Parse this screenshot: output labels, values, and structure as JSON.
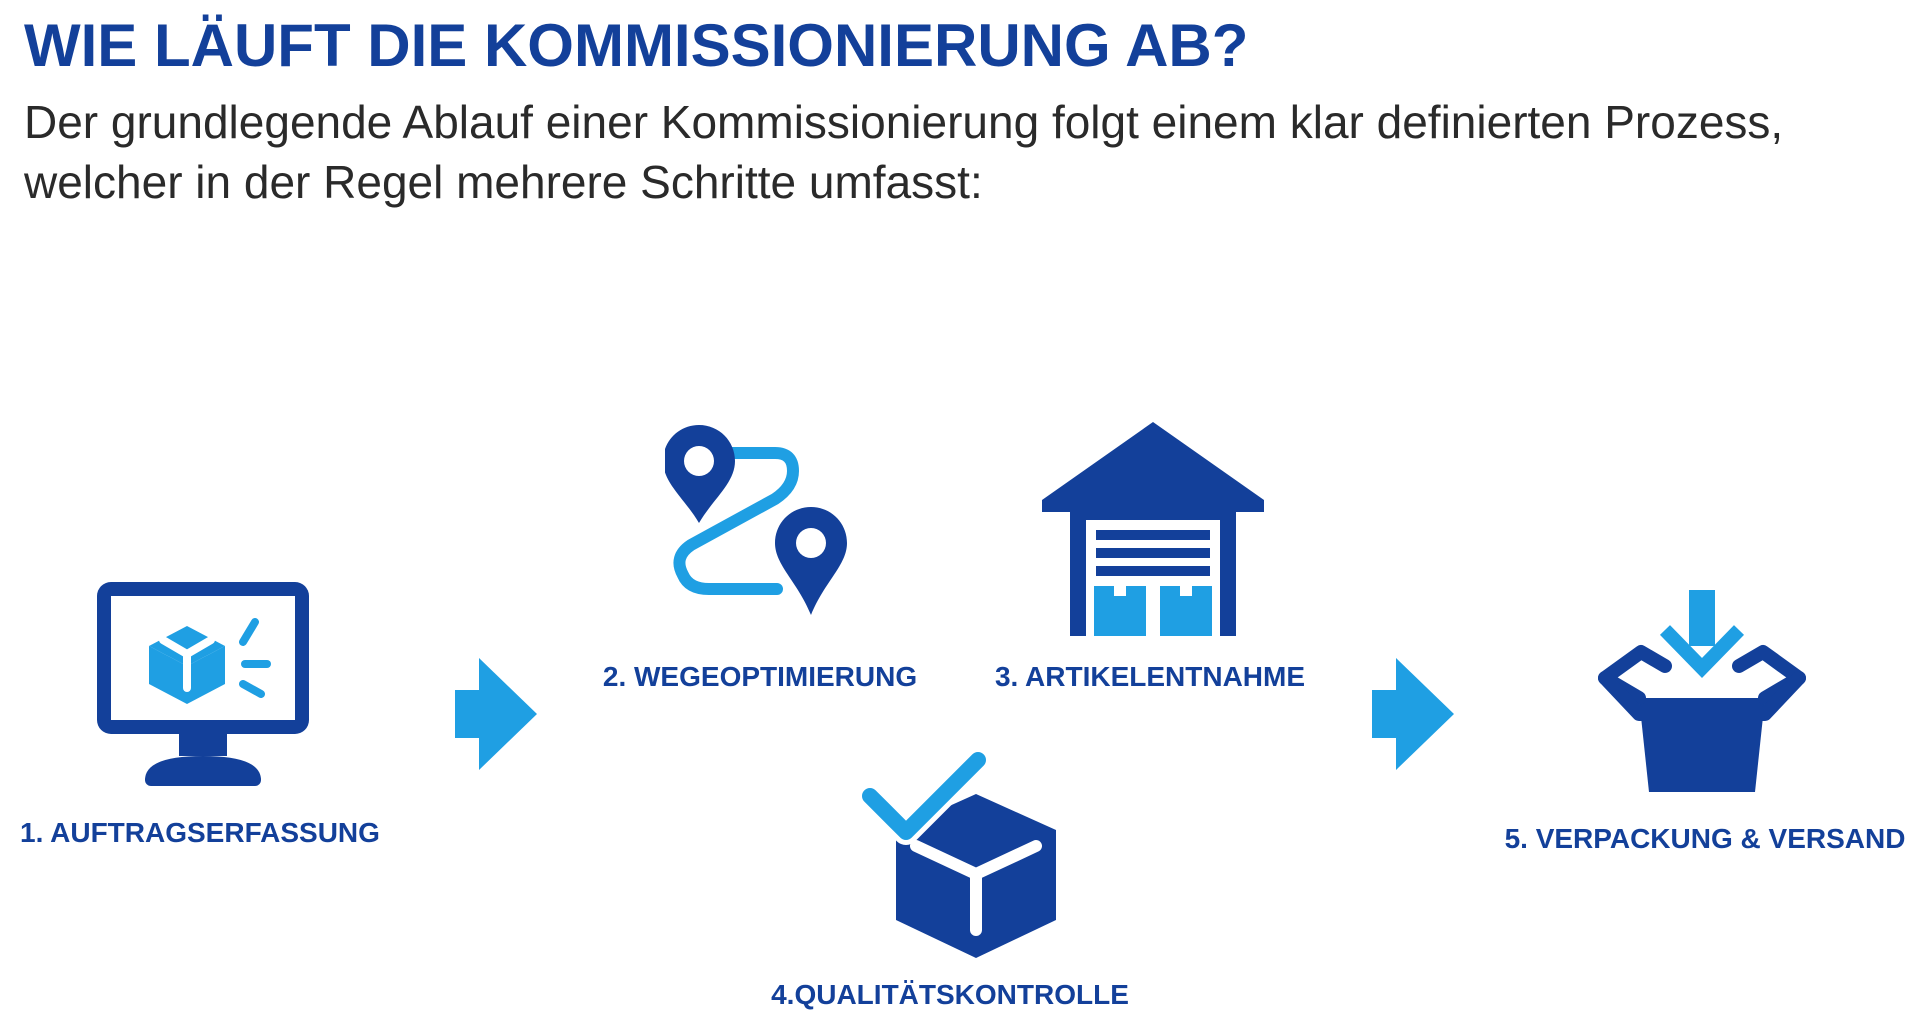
{
  "title": "WIE LÄUFT DIE KOMMISSIONIERUNG AB?",
  "subtitle": "Der grundlegende Ablauf einer Kommissionierung folgt einem klar definierten Prozess, welcher in der Regel mehrere Schritte umfasst:",
  "colors": {
    "dark_blue": "#13409a",
    "light_blue": "#1f9fe3",
    "text": "#2a2a2a"
  },
  "steps": [
    {
      "label": "1. AUFTRAGSERFASSUNG",
      "icon": "monitor-package-icon"
    },
    {
      "label": "2. WEGEOPTIMIERUNG",
      "icon": "route-pins-icon"
    },
    {
      "label": "3. ARTIKELENTNAHME",
      "icon": "warehouse-icon"
    },
    {
      "label": "4.QUALITÄTSKONTROLLE",
      "icon": "box-check-icon"
    },
    {
      "label": "5. VERPACKUNG & VERSAND",
      "icon": "box-insert-icon"
    }
  ],
  "arrows": [
    "arrow-right-icon",
    "arrow-right-icon"
  ]
}
